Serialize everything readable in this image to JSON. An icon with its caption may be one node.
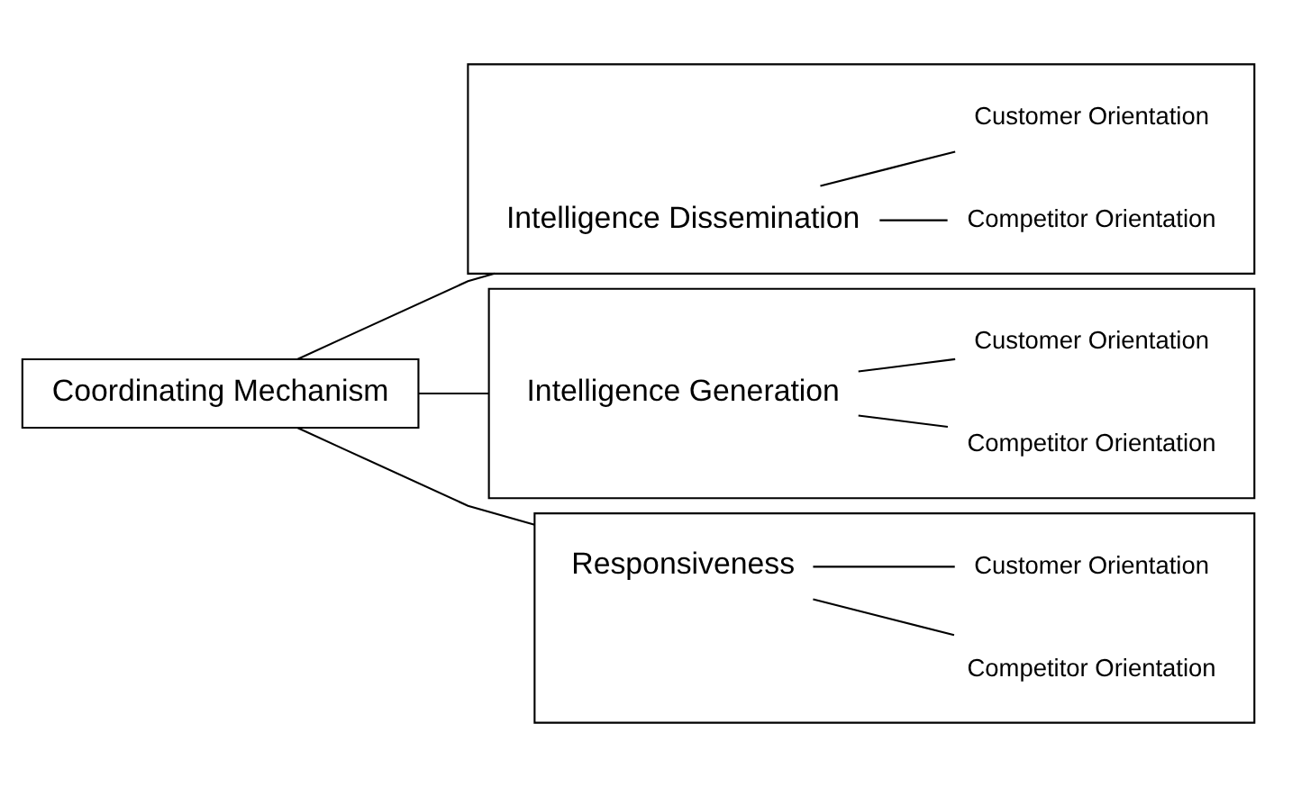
{
  "diagram": {
    "nodes": [
      {
        "text": [
          "Coordinating Mechanism"
        ]
      },
      {
        "text": [],
        "shape": "box"
      },
      {
        "text": [
          "Intelligence Dissemination"
        ],
        "in": 1
      },
      {
        "text": [
          "Customer Orientation"
        ],
        "in": 1
      },
      {
        "text": [
          "Competitor Orientation"
        ],
        "in": 1
      },
      {
        "text": [],
        "shape": "box"
      },
      {
        "text": [
          "Intelligence Generation"
        ],
        "in": 5
      },
      {
        "text": [
          "Customer Orientation"
        ],
        "in": 5
      },
      {
        "text": [
          "Competitor Orientation"
        ],
        "in": 5
      },
      {
        "text": [],
        "shape": "box"
      },
      {
        "text": [
          "Responsiveness"
        ],
        "in": 9
      },
      {
        "text": [
          "Customer Orientation"
        ],
        "in": 9
      },
      {
        "text": [
          "Competitor Orientation"
        ],
        "in": 9
      }
    ],
    "edges": [
      {
        "from": 0,
        "to": 1,
        "arrow": "none"
      },
      {
        "from": 0,
        "to": 5,
        "arrow": "none"
      },
      {
        "from": 0,
        "to": 9,
        "arrow": "none"
      },
      {
        "from": 2,
        "to": 3,
        "arrow": "none"
      },
      {
        "from": 2,
        "to": 4,
        "arrow": "none"
      },
      {
        "from": 6,
        "to": 7,
        "arrow": "none"
      },
      {
        "from": 6,
        "to": 8,
        "arrow": "none"
      },
      {
        "from": 10,
        "to": 11,
        "arrow": "none"
      },
      {
        "from": 10,
        "to": 12,
        "arrow": "none"
      }
    ]
  }
}
